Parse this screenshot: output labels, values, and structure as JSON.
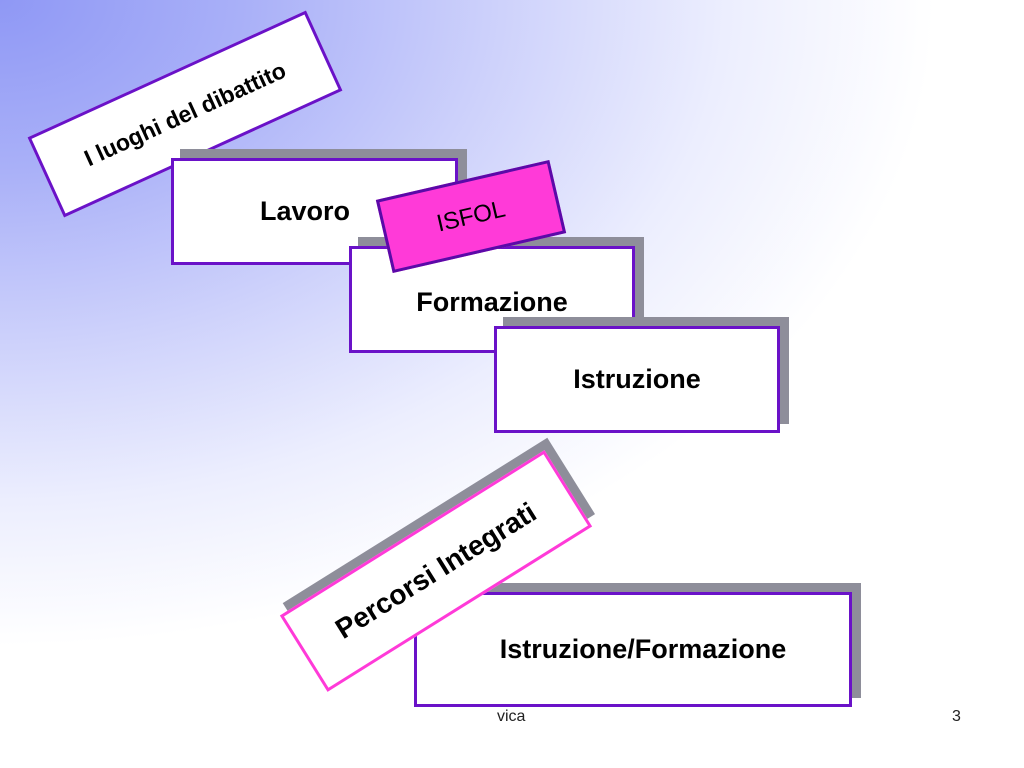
{
  "slide": {
    "title_tag": "I luoghi del dibattito",
    "boxes": {
      "lavoro": "Lavoro",
      "isfol": "ISFOL",
      "formazione": "Formazione",
      "istruzione": "Istruzione",
      "percorsi": "Percorsi Integrati",
      "istruzione_formazione": "Istruzione/Formazione"
    }
  },
  "footer": {
    "center": "vica",
    "page_number": "3"
  },
  "colors": {
    "border_purple": "#6a12c8",
    "accent_pink": "#ff3ad8",
    "shadow_gray": "#8e8e9a",
    "background_blue": "#8f98f5"
  }
}
